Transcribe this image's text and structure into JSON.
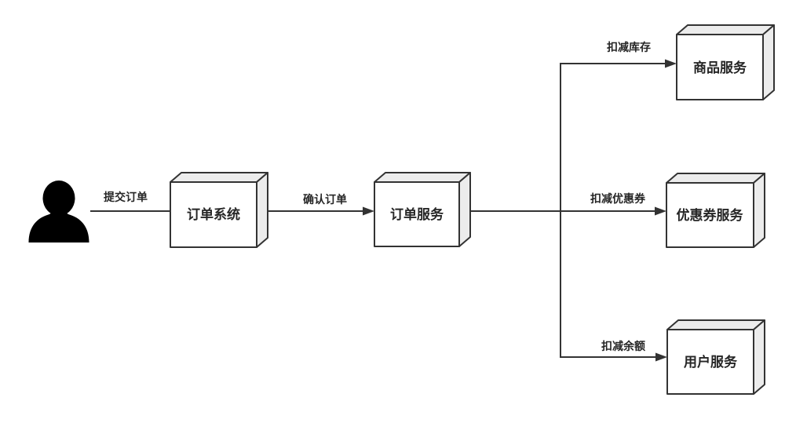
{
  "colors": {
    "stroke": "#333333",
    "box-front": "#ffffff",
    "box-shade": "#ececec",
    "text": "#262626",
    "actor": "#000000"
  },
  "nodes": {
    "order_system": {
      "label": "订单系统"
    },
    "order_service": {
      "label": "订单服务"
    },
    "product_service": {
      "label": "商品服务"
    },
    "coupon_service": {
      "label": "优惠券服务"
    },
    "user_service": {
      "label": "用户服务"
    }
  },
  "edges": {
    "submit_order": {
      "label": "提交订单"
    },
    "confirm_order": {
      "label": "确认订单"
    },
    "deduct_stock": {
      "label": "扣减库存"
    },
    "deduct_coupon": {
      "label": "扣减优惠券"
    },
    "deduct_balance": {
      "label": "扣减余额"
    }
  }
}
